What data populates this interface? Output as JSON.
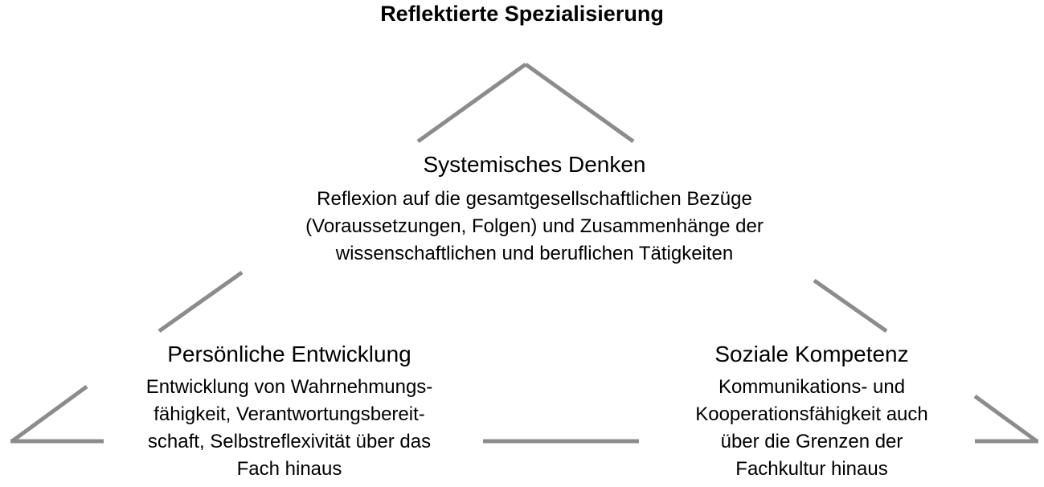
{
  "title": "Reflektierte Spezialisierung",
  "line_color": "#8c8c8c",
  "nodes": {
    "top": {
      "heading": "Systemisches Denken",
      "lines": [
        "Reflexion auf die gesamtgesellschaftlichen Bezüge",
        "(Voraussetzungen, Folgen) und Zusammenhänge der",
        "wissenschaftlichen und beruflichen Tätigkeiten"
      ]
    },
    "left": {
      "heading": "Persönliche Entwicklung",
      "lines": [
        "Entwicklung von Wahrnehmungs-",
        "fähigkeit, Verantwortungsbereit-",
        "schaft, Selbstreflexivität über das",
        "Fach hinaus"
      ]
    },
    "right": {
      "heading": "Soziale Kompetenz",
      "lines": [
        "Kommunikations- und",
        "Kooperationsfähigkeit auch",
        "über die Grenzen der",
        "Fachkultur hinaus"
      ]
    }
  }
}
